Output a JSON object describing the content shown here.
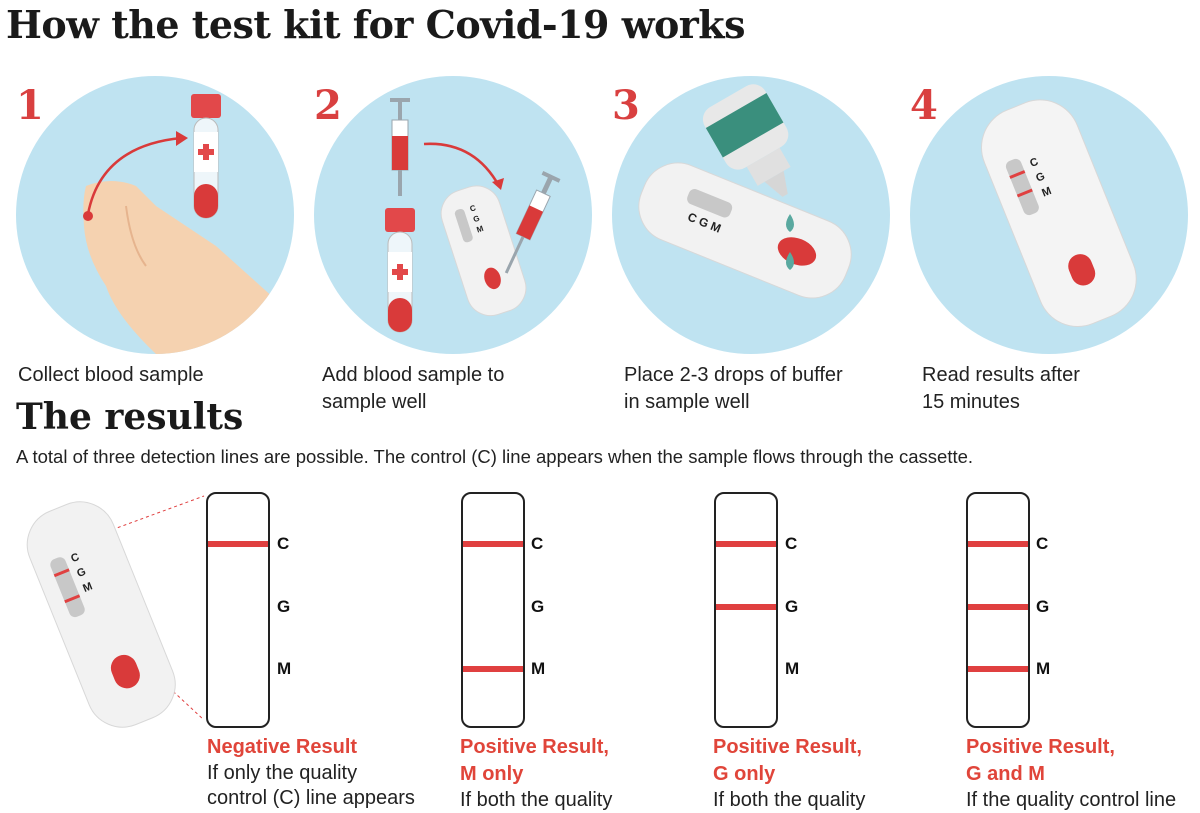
{
  "title": "How the test kit for Covid-19 works",
  "steps": [
    {
      "number": "1",
      "caption_lines": [
        "Collect blood sample"
      ]
    },
    {
      "number": "2",
      "caption_lines": [
        "Add blood sample to",
        "sample well"
      ]
    },
    {
      "number": "3",
      "caption_lines": [
        "Place 2-3 drops of buffer",
        "in sample well"
      ]
    },
    {
      "number": "4",
      "caption_lines": [
        "Read results after",
        "15 minutes"
      ]
    }
  ],
  "results": {
    "title": "The results",
    "subtitle": "A total of three detection lines are possible. The control (C) line appears when the sample flows through the cassette.",
    "line_labels": [
      "C",
      "G",
      "M"
    ],
    "cassette_labels": [
      "C",
      "G",
      "M"
    ],
    "outcomes": [
      {
        "title_lines": [
          "Negative Result"
        ],
        "desc_lines": [
          "If only the quality",
          "control (C) line appears"
        ],
        "lines": [
          "C"
        ]
      },
      {
        "title_lines": [
          "Positive Result,",
          "M only"
        ],
        "desc_lines": [
          "If both the quality"
        ],
        "lines": [
          "C",
          "M"
        ]
      },
      {
        "title_lines": [
          "Positive Result,",
          "G only"
        ],
        "desc_lines": [
          "If both the quality"
        ],
        "lines": [
          "C",
          "G"
        ]
      },
      {
        "title_lines": [
          "Positive Result,",
          "G and M"
        ],
        "desc_lines": [
          "If the quality control line"
        ],
        "lines": [
          "C",
          "G",
          "M"
        ]
      }
    ]
  },
  "colors": {
    "accent_red": "#e0453a",
    "circle_bg": "#bfe3f1",
    "blood": "#d93a3a",
    "buffer_bottle": "#3a8f7d"
  }
}
